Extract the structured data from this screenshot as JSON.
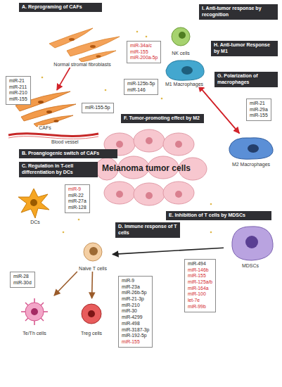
{
  "diagram": {
    "nodes": [
      {
        "text": [
          "A. Reprograming of CAFs"
        ]
      },
      {
        "text": [
          "I. Anti-tumor response by recognition"
        ]
      },
      {
        "text": [
          "Normal stromal fibroblasts"
        ]
      },
      {
        "text": [
          "NK cells"
        ]
      },
      {
        "text": [
          "miR-34a/c",
          "miR-155",
          "miR-200a-5p"
        ]
      },
      {
        "text": [
          "H. Anti-tumor Response by M1"
        ]
      },
      {
        "text": [
          "M1 Macrophages"
        ]
      },
      {
        "text": [
          "miR-125b-5p",
          "miR-146"
        ]
      },
      {
        "text": [
          "G. Polarization of macrophages"
        ]
      },
      {
        "text": [
          "miR-21",
          "miR-211",
          "miR-210",
          "miR-155"
        ]
      },
      {
        "text": [
          "miR-21",
          "miR-29a",
          "miR-155"
        ]
      },
      {
        "text": [
          "F. Tumor-promoting effect by M2"
        ]
      },
      {
        "text": [
          "miR-155-5p"
        ]
      },
      {
        "text": [
          "CAFs"
        ]
      },
      {
        "text": [
          "M2 Macrophages"
        ]
      },
      {
        "text": [
          "Melanoma tumor cells"
        ]
      },
      {
        "text": [
          "B. Proangiogenic switch of CAFs"
        ]
      },
      {
        "text": [
          "C. Regulation in T-cell differentiation by DCs"
        ]
      },
      {
        "text": [
          "DCs"
        ]
      },
      {
        "text": [
          "miR-9",
          "miR-22",
          "miR-27a",
          "miR-128"
        ]
      },
      {
        "text": [
          "E. Inhibition of T cells by MDSCs"
        ]
      },
      {
        "text": [
          "Naive T cells"
        ]
      },
      {
        "text": [
          "MDSCs"
        ]
      },
      {
        "text": [
          "D. Immune response of T cells"
        ]
      },
      {
        "text": [
          "miR-494",
          "miR-146b",
          "miR-155",
          "miR-125a/b",
          "miR-164a",
          "miR-100",
          "let-7e",
          "miR-99b"
        ]
      },
      {
        "text": [
          "miR-28",
          "miR-30d"
        ]
      },
      {
        "text": [
          "Te/Th cells"
        ]
      },
      {
        "text": [
          "Treg cells"
        ]
      },
      {
        "text": [
          "miR-9",
          "miR-23a",
          "miR-26b-5p",
          "miR-21-3p",
          "miR-210",
          "miR-30",
          "miR-4299",
          "miR-498",
          "miR-3187-3p",
          "miR-192-5p",
          "miR-155"
        ]
      }
    ],
    "edges": [
      {
        "from": 2,
        "to": 13,
        "arrow": "to"
      },
      {
        "from": 6,
        "to": 14,
        "arrow": "to"
      },
      {
        "from": 14,
        "to": 6,
        "arrow": "to"
      },
      {
        "from": 22,
        "to": 21,
        "arrow": "to"
      },
      {
        "from": 21,
        "to": 26,
        "arrow": "to"
      },
      {
        "from": 21,
        "to": 27,
        "arrow": "to"
      }
    ],
    "labels": [
      "Blood vessel"
    ]
  }
}
